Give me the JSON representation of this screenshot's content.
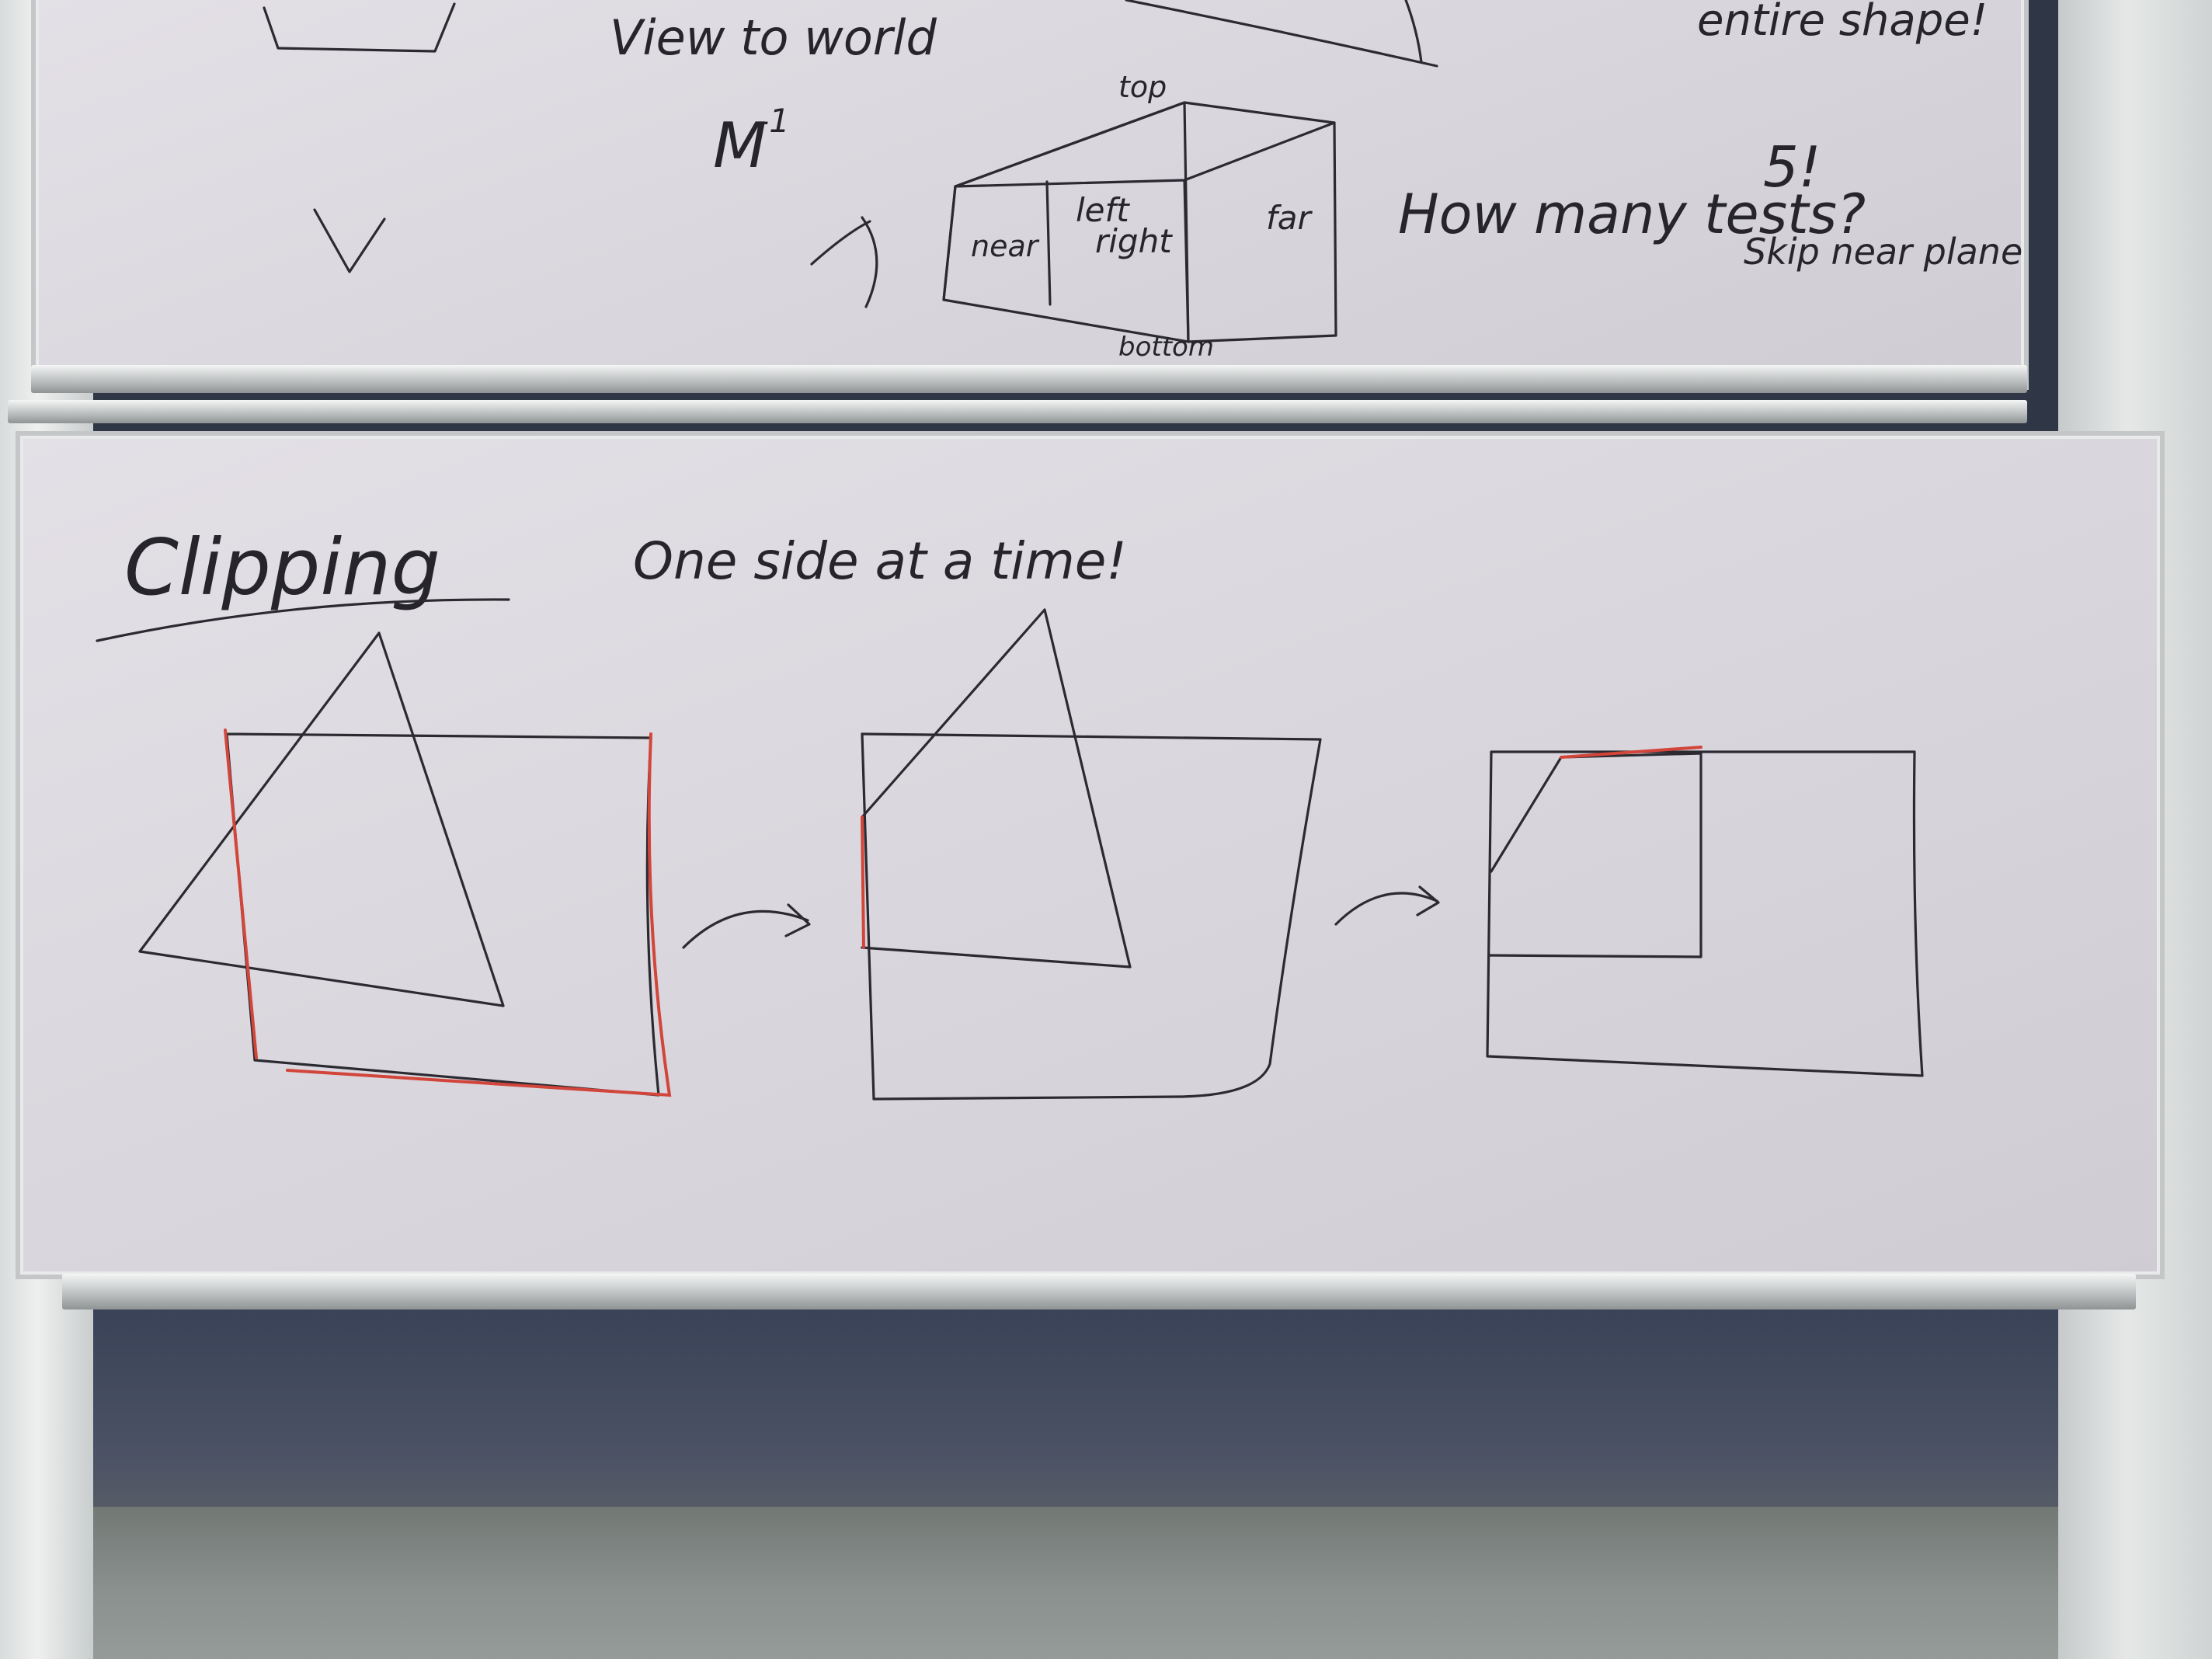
{
  "upper_board": {
    "top_left_text": "View to world",
    "matrix_text": "M",
    "matrix_superscript": "-1",
    "top_right_text": "entire shape!",
    "frustum_labels": {
      "top": "top",
      "near": "near",
      "left": "left",
      "right": "right",
      "far": "far",
      "bottom": "bottom"
    },
    "question": "How many tests?",
    "answer": "5!",
    "note": "Skip near plane"
  },
  "lower_board": {
    "title": "Clipping",
    "subtitle": "One side at a time!"
  },
  "colors": {
    "ink": "#2b2a31",
    "red_marker": "#d2453b",
    "board": "#ddd9e0"
  }
}
